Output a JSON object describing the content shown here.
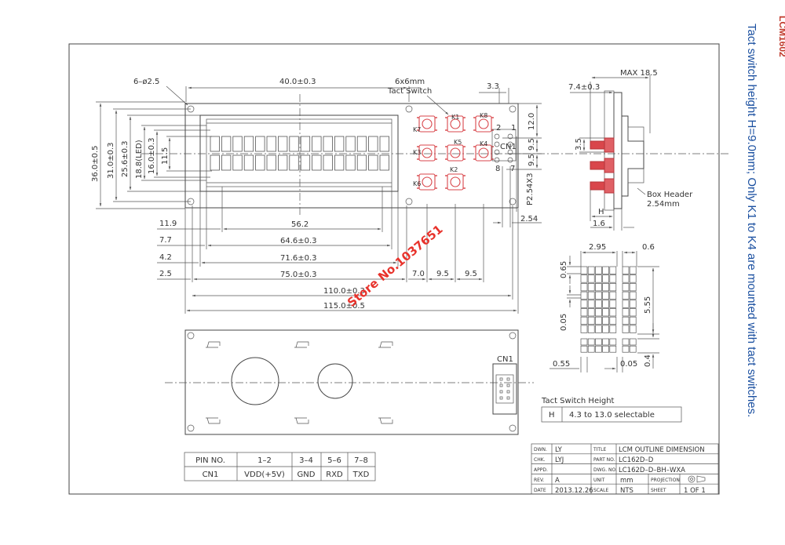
{
  "side_note": "Tact switch height H=9.0mm; Only K1 to K4 are mounted with tact switches.",
  "edge_note": "LCM1602",
  "watermark": "Store No.1037651",
  "colors": {
    "watermark": "#e8322b",
    "side_note": "#1a4fa0",
    "switch": "#d9464b",
    "line": "#444444"
  },
  "top_view": {
    "holes_label": "6–ø2.5",
    "dim_40": "40.0±0.3",
    "tact_label_1": "6x6mm",
    "tact_label_2": "Tact Switch",
    "dim_3_3": "3.3",
    "v_36": "36.0±0.5",
    "v_31": "31.0±0.3",
    "v_25_6": "25.6±0.3",
    "v_18_8": "18.8(LED)",
    "v_16": "16.0±0.3",
    "v_11_5": "11.5",
    "h_56_2": "56.2",
    "h_64_6": "64.6±0.3",
    "h_71_6": "71.6±0.3",
    "h_75": "75.0±0.3",
    "h_110": "110.0±0.3",
    "h_115": "115.0±0.5",
    "l_11_9": "11.9",
    "l_7_7": "7.7",
    "l_4_2": "4.2",
    "l_2_5": "2.5",
    "d_7_0": "7.0",
    "d_9_5a": "9.5",
    "d_9_5b": "9.5",
    "r_12": "12.0",
    "r_9_5a": "9.5",
    "r_9_5b": "9.5",
    "p_pitch": "P2.54X3",
    "d_2_54": "2.54",
    "keys": [
      "K1",
      "K2",
      "K3",
      "K4",
      "K5",
      "K6",
      "K7",
      "K8"
    ],
    "cn1": "CN1",
    "pin_1": "1",
    "pin_2": "2",
    "pin_7": "7",
    "pin_8": "8"
  },
  "side_view": {
    "max": "MAX 18.5",
    "dim_7_4": "7.4±0.3",
    "dim_3_5": "3.5",
    "h": "H",
    "dim_1_6": "1.6",
    "box_header_1": "Box Header",
    "box_header_2": "2.54mm"
  },
  "pixel_detail": {
    "d_2_95": "2.95",
    "d_0_6": "0.6",
    "d_0_65": "0.65",
    "d_5_55": "5.55",
    "d_0_05a": "0.05",
    "d_0_55": "0.55",
    "d_0_05b": "0.05",
    "d_0_4": "0.4"
  },
  "back_view": {
    "cn1": "CN1"
  },
  "tact_height": {
    "title": "Tact Switch Height",
    "h": "H",
    "value": "4.3  to  13.0  selectable"
  },
  "pin_table": {
    "headers": [
      "PIN  NO.",
      "1–2",
      "3–4",
      "5–6",
      "7–8"
    ],
    "row": [
      "CN1",
      "VDD(+5V)",
      "GND",
      "RXD",
      "TXD"
    ]
  },
  "title_block": {
    "dwn_k": "DWN.",
    "dwn_v": "LY",
    "chk_k": "CHK.",
    "chk_v": "LYJ",
    "appd_k": "APPD.",
    "appd_v": "",
    "rev_k": "REV.",
    "rev_v": "A",
    "date_k": "DATE",
    "date_v": "2013.12.26",
    "title_k": "TITLE",
    "title_v": "LCM  OUTLINE  DIMENSION",
    "part_k": "PART NO.",
    "part_v": "LC162D–D",
    "dwg_k": "DWG. NO.",
    "dwg_v": "LC162D–D–BH–WXA",
    "unit_k": "UNIT",
    "unit_v": "mm",
    "proj_k": "PROJECTION",
    "scale_k": "SCALE",
    "scale_v": "NTS",
    "sheet_k": "SHEET",
    "sheet_v": "1   OF   1"
  }
}
